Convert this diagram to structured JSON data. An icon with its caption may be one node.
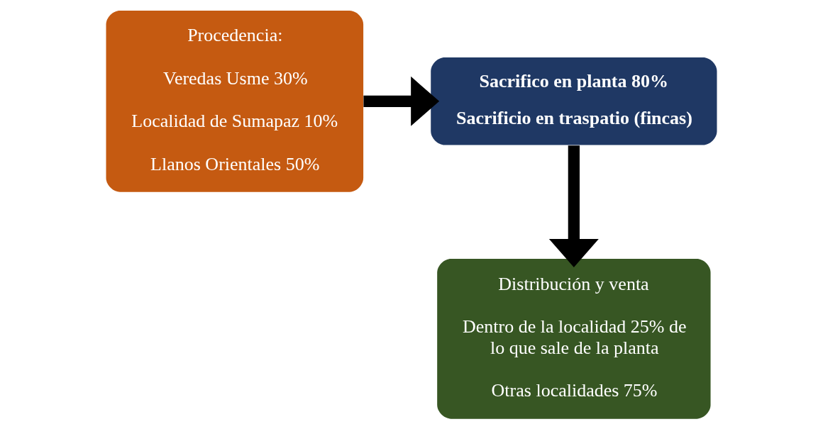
{
  "diagram": {
    "nodes": [
      {
        "text": [
          "Procedencia:",
          "Veredas Usme 30%",
          "Localidad de Sumapaz 10%",
          "Llanos Orientales 50%"
        ]
      },
      {
        "text": [
          "Sacrifico en planta 80%",
          "Sacrificio en traspatio (fincas)"
        ]
      },
      {
        "text": [
          "Distribución y venta",
          "Dentro de la localidad 25% de lo que sale de la planta",
          "Otras localidades 75%"
        ]
      }
    ],
    "edges": [
      {
        "from": 0,
        "to": 1,
        "arrow": "to"
      },
      {
        "from": 1,
        "to": 2,
        "arrow": "to"
      }
    ]
  }
}
